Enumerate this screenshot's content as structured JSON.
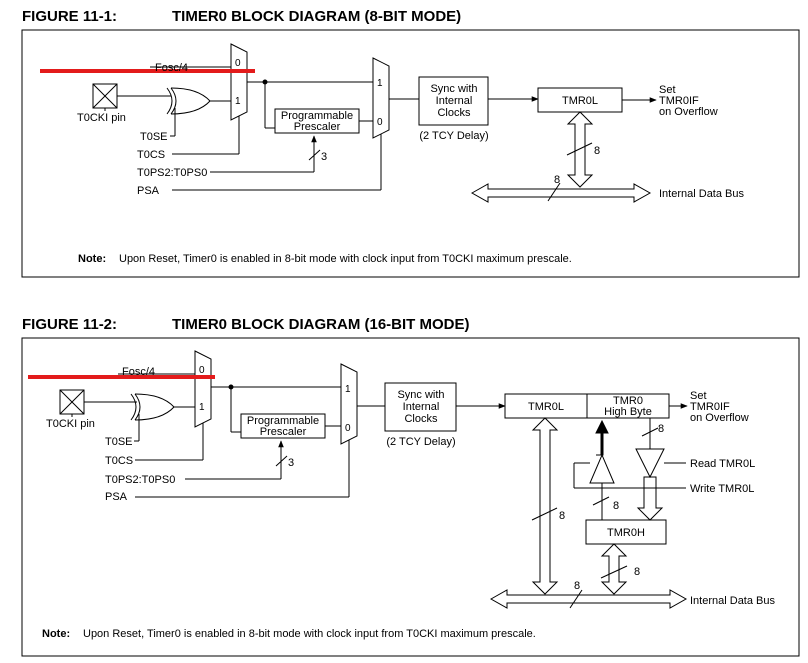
{
  "colors": {
    "line": "#000000",
    "highlight": "#e31b1b",
    "background": "#ffffff"
  },
  "fig1": {
    "number": "FIGURE 11-1:",
    "title": "TIMER0 BLOCK DIAGRAM (8-BIT MODE)",
    "fosc": "Fosc/4",
    "mux_in0": "0",
    "mux_in1": "1",
    "t0cki_pin": "T0CKI pin",
    "t0se": "T0SE",
    "t0cs": "T0CS",
    "t0ps": "T0PS2:T0PS0",
    "psa": "PSA",
    "prescaler_line1": "Programmable",
    "prescaler_line2": "Prescaler",
    "prescaler_bits": "3",
    "mux2_in1": "1",
    "mux2_in0": "0",
    "sync_line1": "Sync with",
    "sync_line2": "Internal",
    "sync_line3": "Clocks",
    "delay": "(2 TCY Delay)",
    "tmr0l": "TMR0L",
    "set_line1": "Set",
    "set_line2": "TMR0IF",
    "set_line3": "on Overflow",
    "bus_bits_a": "8",
    "bus_bits_b": "8",
    "bus": "Internal Data Bus",
    "note_label": "Note:",
    "note_text": "Upon Reset, Timer0 is enabled in 8-bit mode with clock input from T0CKI maximum prescale."
  },
  "fig2": {
    "number": "FIGURE 11-2:",
    "title": "TIMER0 BLOCK DIAGRAM (16-BIT MODE)",
    "fosc": "Fosc/4",
    "mux_in0": "0",
    "mux_in1": "1",
    "t0cki_pin": "T0CKI pin",
    "t0se": "T0SE",
    "t0cs": "T0CS",
    "t0ps": "T0PS2:T0PS0",
    "psa": "PSA",
    "prescaler_line1": "Programmable",
    "prescaler_line2": "Prescaler",
    "prescaler_bits": "3",
    "mux2_in1": "1",
    "mux2_in0": "0",
    "sync_line1": "Sync with",
    "sync_line2": "Internal",
    "sync_line3": "Clocks",
    "delay": "(2 TCY Delay)",
    "tmr0l": "TMR0L",
    "tmr0_high_line1": "TMR0",
    "tmr0_high_line2": "High Byte",
    "set_line1": "Set",
    "set_line2": "TMR0IF",
    "set_line3": "on Overflow",
    "read": "Read TMR0L",
    "write": "Write TMR0L",
    "tmr0h": "TMR0H",
    "bits_high": "8",
    "bits_latch": "8",
    "bits_left": "8",
    "bits_h": "8",
    "bits_bus": "8",
    "bus": "Internal Data Bus",
    "note_label": "Note:",
    "note_text": "Upon Reset, Timer0 is enabled in 8-bit mode with clock input from T0CKI maximum prescale."
  }
}
